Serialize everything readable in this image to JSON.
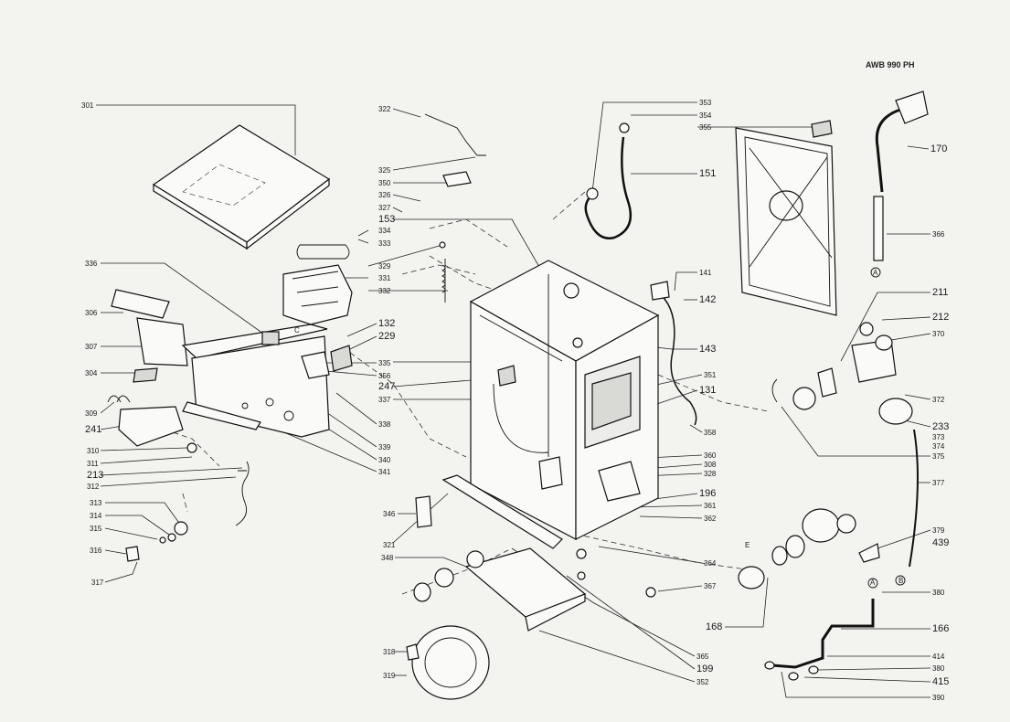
{
  "model": "AWB 990 PH",
  "labels": {
    "p301": "301",
    "p322": "322",
    "p325": "325",
    "p350": "350",
    "p326": "326",
    "p327": "327",
    "p153": "153",
    "p334": "334",
    "p333": "333",
    "p329": "329",
    "p331": "331",
    "p332": "332",
    "p336": "336",
    "p306": "306",
    "p307": "307",
    "p304": "304",
    "p309": "309",
    "p241": "241",
    "p310": "310",
    "p311": "311",
    "p213": "213",
    "p312": "312",
    "p313": "313",
    "p314": "314",
    "p315": "315",
    "p316": "316",
    "p317": "317",
    "p132": "132",
    "p229": "229",
    "p335": "335",
    "p356": "356",
    "p247": "247",
    "p337": "337",
    "p338": "338",
    "p339": "339",
    "p340": "340",
    "p341": "341",
    "p346": "346",
    "p321": "321",
    "p348": "348",
    "p318": "318",
    "p319": "319",
    "p353": "353",
    "p354": "354",
    "p355": "355",
    "p151": "151",
    "p141": "141",
    "p142": "142",
    "p143": "143",
    "p351": "351",
    "p131": "131",
    "p358": "358",
    "p360": "360",
    "p308": "308",
    "p328": "328",
    "p196": "196",
    "p361": "361",
    "p362": "362",
    "p364": "364",
    "p367": "367",
    "p168": "168",
    "p365": "365",
    "p199": "199",
    "p352": "352",
    "p170": "170",
    "p366": "366",
    "p211": "211",
    "p212": "212",
    "p370": "370",
    "p372": "372",
    "p233": "233",
    "p373": "373",
    "p374": "374",
    "p375": "375",
    "p377": "377",
    "p379": "379",
    "p439": "439",
    "p380a": "380",
    "p166": "166",
    "p414": "414",
    "p380b": "380",
    "p415": "415",
    "p390": "390",
    "markA1": "A",
    "markA2": "A",
    "markB": "B",
    "markC": "C",
    "markE": "E"
  }
}
